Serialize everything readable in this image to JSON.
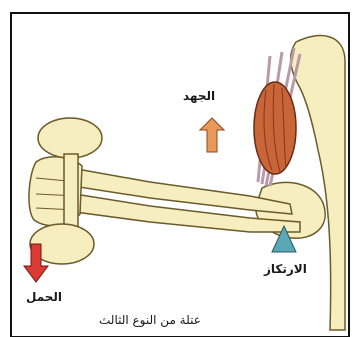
{
  "labels": {
    "effort": "الجهد",
    "fulcrum": "الارتكاز",
    "load": "الحمل",
    "caption": "عتلة من النوع الثالث"
  },
  "colors": {
    "background": "#ffffff",
    "frame": "#111111",
    "bone_fill": "#f6eebe",
    "bone_outline": "#6b5a2a",
    "muscle_fill": "#c8663a",
    "muscle_stripe": "#8a3418",
    "tendon": "#b89aa8",
    "effort_arrow": "#e79a5b",
    "load_arrow": "#d93a33",
    "fulcrum_triangle": "#5aa7b5"
  },
  "icons": {
    "effort_arrow": "arrow-up-icon",
    "load_arrow": "arrow-down-icon",
    "fulcrum": "triangle-icon"
  }
}
